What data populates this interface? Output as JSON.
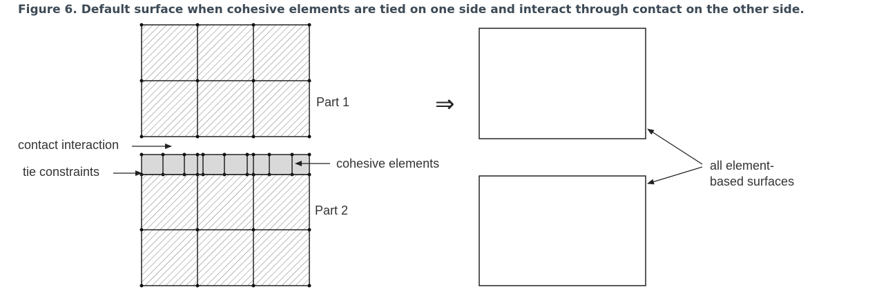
{
  "figure": {
    "caption": "Figure 6. Default surface when cohesive elements are tied on one side and interact through contact on the other side."
  },
  "diagram": {
    "labels": {
      "part1": "Part 1",
      "part2": "Part 2",
      "contact_interaction": "contact interaction",
      "tie_constraints": "tie constraints",
      "cohesive_elements": "cohesive elements",
      "surfaces_line1": "all element-",
      "surfaces_line2": "based surfaces"
    },
    "implies_symbol": "⇒",
    "colors": {
      "cohesive_fill": "#d9d9d9",
      "line": "#222222",
      "caption": "#3d4a55"
    }
  }
}
